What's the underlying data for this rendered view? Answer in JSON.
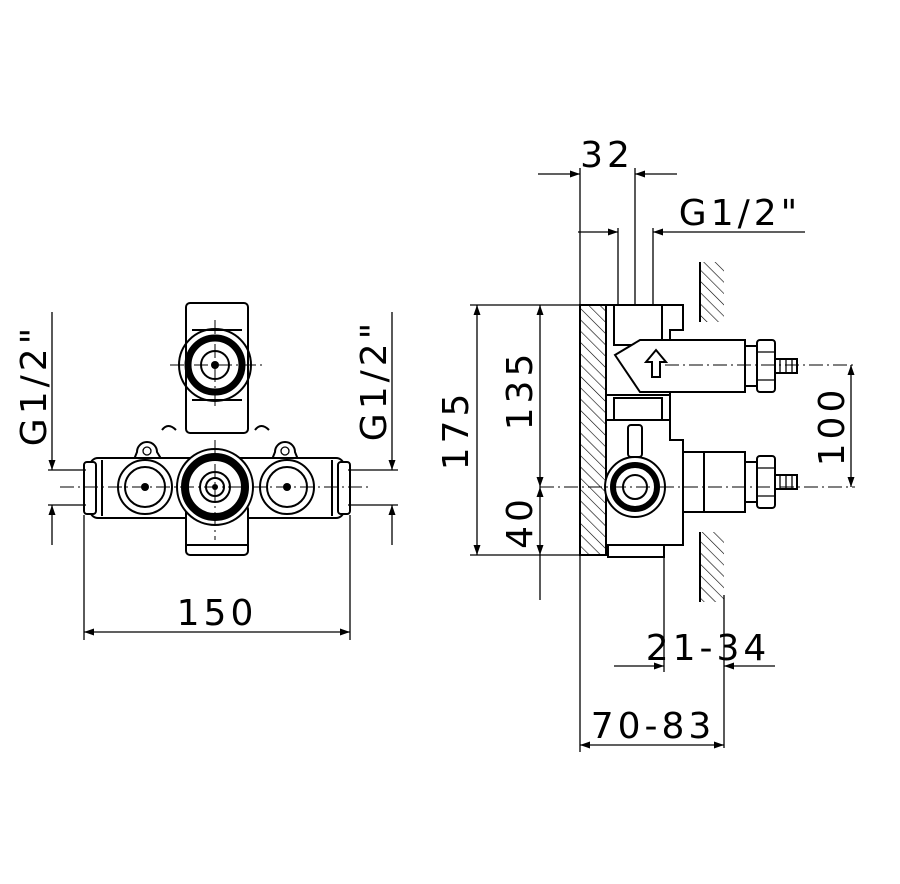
{
  "front_view": {
    "label_left_thread": "G1/2\"",
    "label_right_thread": "G1/2\"",
    "label_width": "150"
  },
  "side_view": {
    "label_top_depth": "32",
    "label_top_thread": "G1/2\"",
    "label_height_total": "175",
    "label_height_upper": "135",
    "label_height_lower": "40",
    "label_outlet_spacing": "100",
    "label_depth_short": "21-34",
    "label_depth_long": "70-83"
  }
}
